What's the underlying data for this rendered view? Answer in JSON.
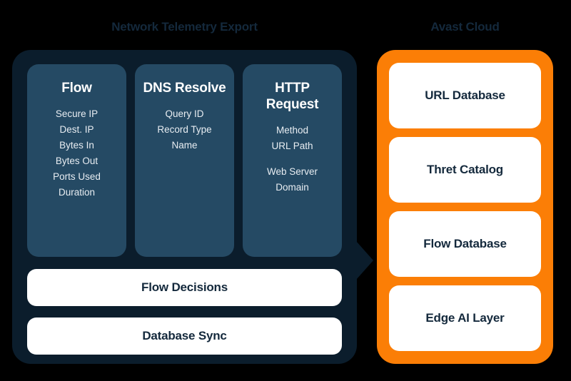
{
  "diagram": {
    "background_color": "#000000",
    "left_panel": {
      "heading": "Network Telemetry Export",
      "panel_color": "#0b1d2c",
      "card_color": "#254a64",
      "cards": [
        {
          "title": "Flow",
          "fields": [
            "Secure IP",
            "Dest. IP",
            "Bytes In",
            "Bytes Out",
            "Ports Used",
            "Duration"
          ]
        },
        {
          "title": "DNS Resolve",
          "fields": [
            "Query ID",
            "Record Type",
            "Name"
          ]
        },
        {
          "title": "HTTP Request",
          "fields": [
            "Method",
            "URL Path",
            "Web Server",
            "Domain"
          ]
        }
      ],
      "bars": [
        {
          "label": "Flow Decisions"
        },
        {
          "label": "Database Sync"
        }
      ]
    },
    "right_panel": {
      "heading": "Avast Cloud",
      "panel_color": "#fb7e06",
      "cards": [
        {
          "label": "URL Database"
        },
        {
          "label": "Thret Catalog"
        },
        {
          "label": "Flow Database"
        },
        {
          "label": "Edge AI Layer"
        }
      ]
    }
  }
}
